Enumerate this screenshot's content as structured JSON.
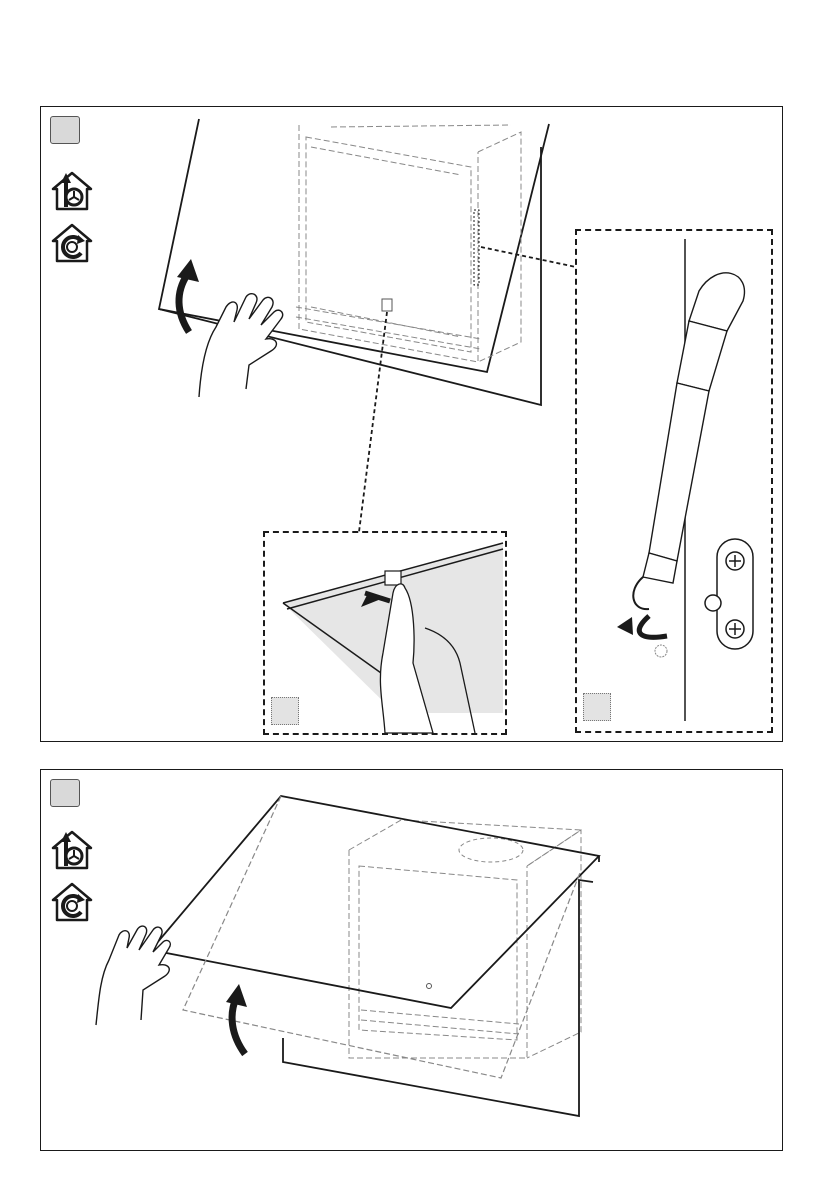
{
  "document": {
    "panels": [
      {
        "id": "panel-1",
        "step_label": "",
        "icons": [
          "ducted-extraction-house-icon",
          "recirculation-house-icon"
        ],
        "insets": [
          {
            "id": "clip-detail",
            "step_label": ""
          },
          {
            "id": "gas-strut-detail",
            "step_label": ""
          }
        ]
      },
      {
        "id": "panel-2",
        "step_label": "",
        "icons": [
          "ducted-extraction-house-icon",
          "recirculation-house-icon"
        ]
      }
    ],
    "colors": {
      "line": "#1a1a1a",
      "dashed": "#888888",
      "shade": "#d9d9d9",
      "inset_fill": "#e6e6e6"
    }
  }
}
